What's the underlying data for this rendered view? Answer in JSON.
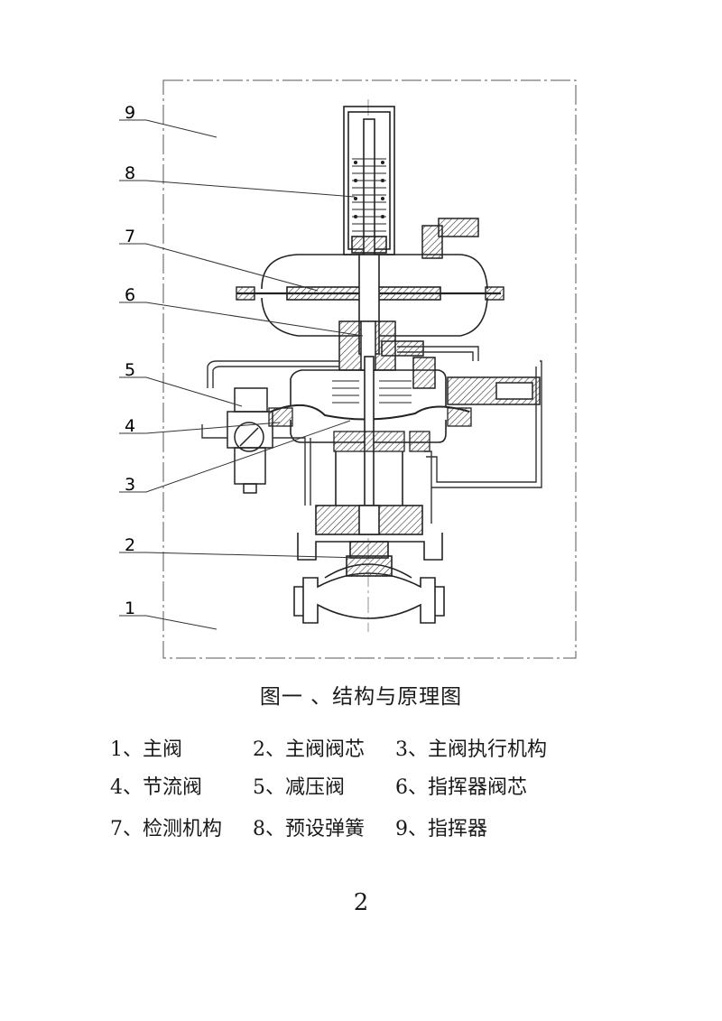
{
  "callouts": [
    "9",
    "8",
    "7",
    "6",
    "5",
    "4",
    "3",
    "2",
    "1"
  ],
  "caption": "图一 、结构与原理图",
  "legend": [
    [
      "1、主阀",
      "2、主阀阀芯",
      "3、主阀执行机构"
    ],
    [
      "4、节流阀",
      "5、减压阀",
      "6、指挥器阀芯"
    ],
    [
      "7、检测机构",
      "8、预设弹簧",
      "9、指挥器"
    ]
  ],
  "page_number": "2"
}
